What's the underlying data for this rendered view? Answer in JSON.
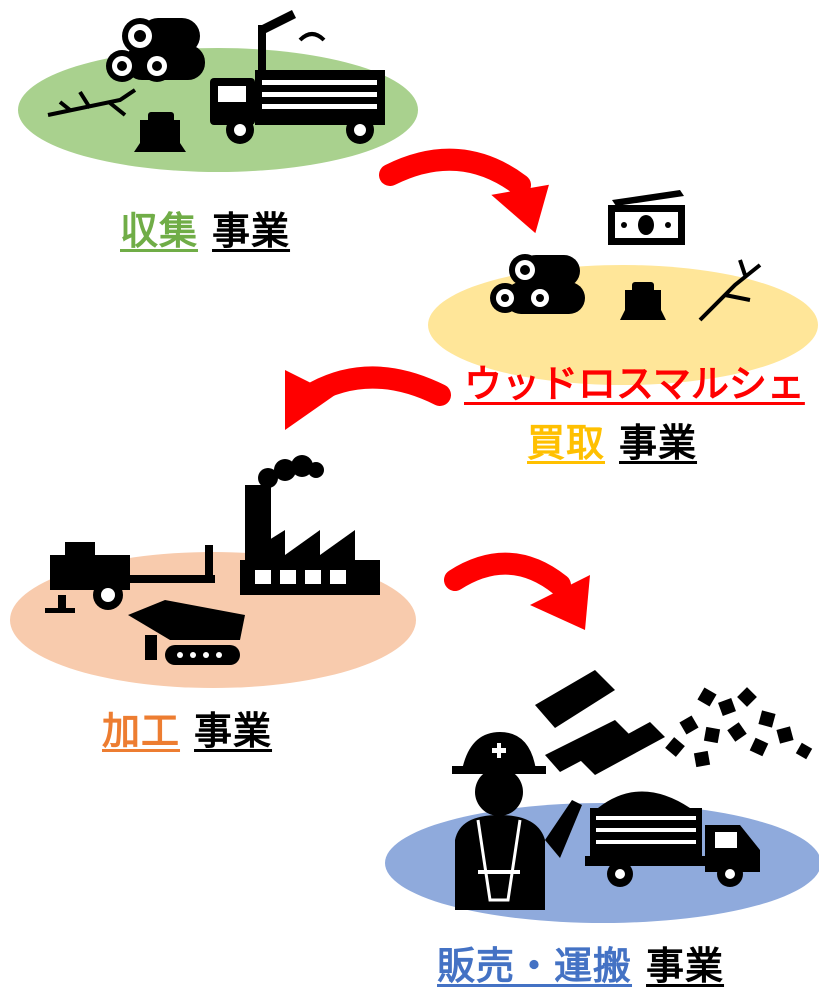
{
  "stages": {
    "collect": {
      "keyword": "収集",
      "suffix": "事業",
      "color": "#70ad47",
      "ellipse_color": "#a9d18e"
    },
    "buy": {
      "brand": "ウッドロスマルシェ",
      "brand_color": "#ff0000",
      "keyword": "買取",
      "suffix": "事業",
      "color": "#ffc000",
      "ellipse_color": "#ffe699"
    },
    "process": {
      "keyword": "加工",
      "suffix": "事業",
      "color": "#ed7d31",
      "ellipse_color": "#f8cbad"
    },
    "sell": {
      "keyword": "販売・運搬",
      "suffix": "事業",
      "color": "#4472c4",
      "ellipse_color": "#8faadc"
    }
  },
  "arrow_color": "#ff0000",
  "icons": [
    "logs-icon",
    "crane-truck-icon",
    "branch-icon",
    "stump-icon",
    "money-icon",
    "factory-icon",
    "trailer-icon",
    "chipper-icon",
    "worker-icon",
    "timber-icon",
    "wood-chips-icon",
    "dump-truck-icon"
  ]
}
